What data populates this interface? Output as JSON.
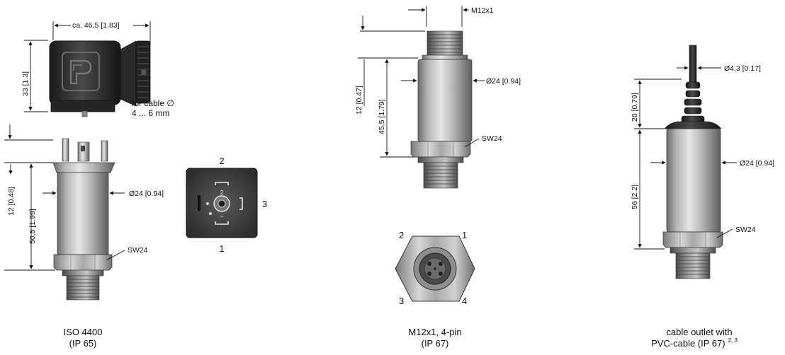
{
  "colors": {
    "steel_light": "#e2e2e2",
    "steel_mid": "#9c9c9c",
    "steel_dark": "#5a5a5a",
    "plug_body": "#3a3a3a",
    "plug_dark": "#1c1c1c",
    "line": "#111111"
  },
  "iso": {
    "plug_width": "ca. 46,5 [1.83]",
    "plug_height": "33 [1.3]",
    "cable_note_1": "for cable ∅",
    "cable_note_2": "4 ... 6 mm",
    "dim_top": "12 [0.48]",
    "dim_body": "50,5 [1.99]",
    "diameter": "Ø24 [0.94]",
    "hex": "SW24",
    "caption_1": "ISO 4400",
    "caption_2": "(IP 65)"
  },
  "iso_face": {
    "pin_top": "2",
    "pin_right": "3",
    "pin_bottom": "1",
    "center_pin": "2",
    "minus_mark": "−"
  },
  "m12": {
    "thread": "M12x1",
    "dim_top": "12 [0.47]",
    "dim_body": "45,5 [1.79]",
    "diameter": "Ø24 [0.94]",
    "hex": "SW24",
    "pin_1": "1",
    "pin_2": "2",
    "pin_3": "3",
    "pin_4": "4",
    "caption_1": "M12x1, 4-pin",
    "caption_2": "(IP 67)"
  },
  "cable": {
    "cable_diameter": "Ø4,3 [0.17]",
    "dim_top": "20 [0.79]",
    "dim_body": "56 [2.2]",
    "diameter": "Ø24 [0.94]",
    "hex": "SW24",
    "caption_1": "cable outlet with",
    "caption_2": "PVC-cable (IP 67)",
    "caption_sup": "2, 3"
  }
}
